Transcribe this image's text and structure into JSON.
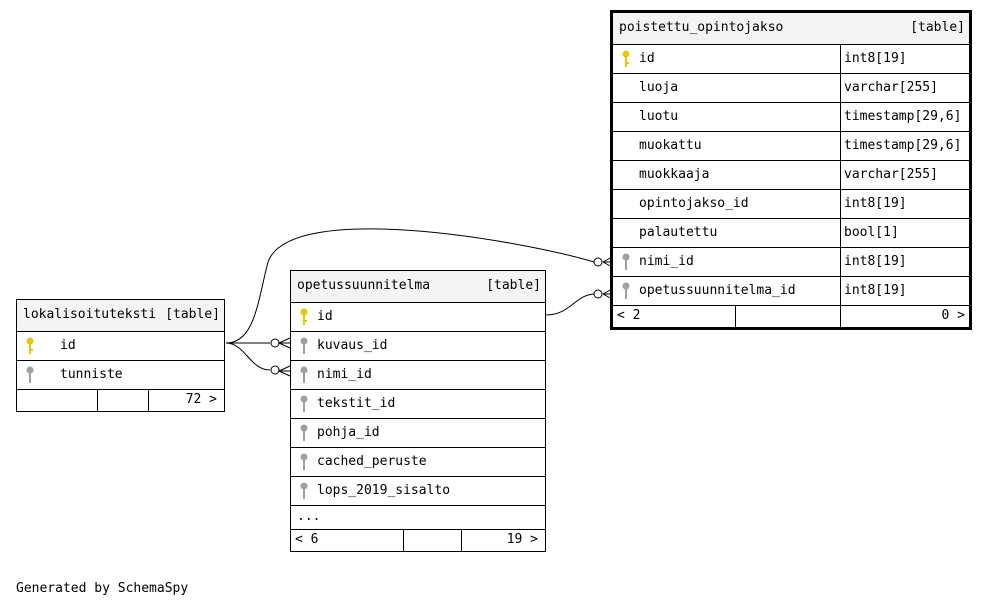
{
  "footer": {
    "generated_by": "Generated by SchemaSpy"
  },
  "tables": {
    "lokalisoituteksti": {
      "name": "lokalisoituteksti",
      "kind": "[table]",
      "columns": [
        {
          "name": "id",
          "key": "primary"
        },
        {
          "name": "tunniste",
          "key": "foreign"
        }
      ],
      "footer": {
        "right": "72 >"
      }
    },
    "opetussuunnitelma": {
      "name": "opetussuunnitelma",
      "kind": "[table]",
      "columns": [
        {
          "name": "id",
          "key": "primary"
        },
        {
          "name": "kuvaus_id",
          "key": "foreign"
        },
        {
          "name": "nimi_id",
          "key": "foreign"
        },
        {
          "name": "tekstit_id",
          "key": "foreign"
        },
        {
          "name": "pohja_id",
          "key": "foreign"
        },
        {
          "name": "cached_peruste",
          "key": "foreign"
        },
        {
          "name": "lops_2019_sisalto",
          "key": "foreign"
        }
      ],
      "ellipsis": "...",
      "footer": {
        "left": "< 6",
        "right": "19 >"
      }
    },
    "poistettu_opintojakso": {
      "name": "poistettu_opintojakso",
      "kind": "[table]",
      "columns": [
        {
          "name": "id",
          "type": "int8[19]",
          "key": "primary"
        },
        {
          "name": "luoja",
          "type": "varchar[255]",
          "key": "none"
        },
        {
          "name": "luotu",
          "type": "timestamp[29,6]",
          "key": "none"
        },
        {
          "name": "muokattu",
          "type": "timestamp[29,6]",
          "key": "none"
        },
        {
          "name": "muokkaaja",
          "type": "varchar[255]",
          "key": "none"
        },
        {
          "name": "opintojakso_id",
          "type": "int8[19]",
          "key": "none"
        },
        {
          "name": "palautettu",
          "type": "bool[1]",
          "key": "none"
        },
        {
          "name": "nimi_id",
          "type": "int8[19]",
          "key": "foreign"
        },
        {
          "name": "opetussuunnitelma_id",
          "type": "int8[19]",
          "key": "foreign"
        }
      ],
      "footer": {
        "left": "< 2",
        "right": "0 >"
      }
    }
  },
  "colors": {
    "primary_key": "#e8c800",
    "foreign_key": "#a0a0a0",
    "header_bg": "#f4f4f4"
  }
}
